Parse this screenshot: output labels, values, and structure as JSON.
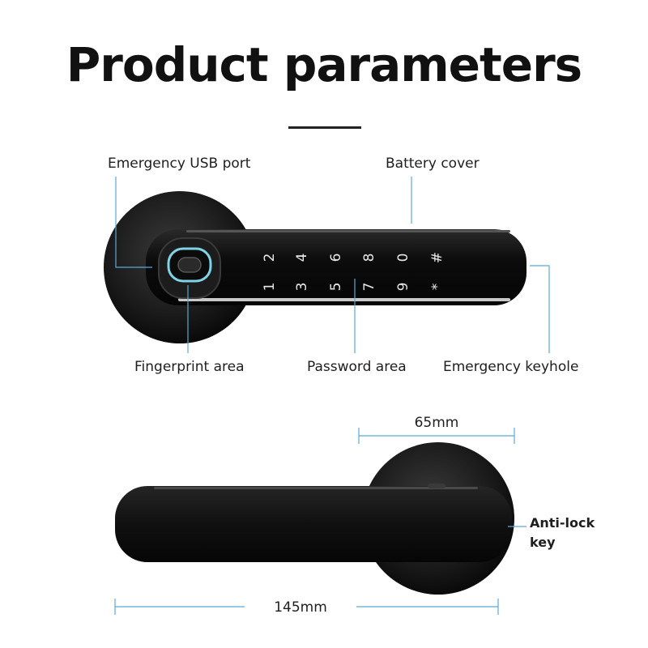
{
  "title": "Product parameters",
  "labels": {
    "emergency_usb_port": "Emergency USB port",
    "battery_cover": "Battery cover",
    "fingerprint_area": "Fingerprint area",
    "password_area": "Password area",
    "emergency_keyhole": "Emergency keyhole",
    "anti_lock_key_line1": "Anti-lock",
    "anti_lock_key_line2": "key"
  },
  "keypad": {
    "top_row": [
      "2",
      "4",
      "6",
      "8",
      "0",
      "#"
    ],
    "bottom_row": [
      "1",
      "3",
      "5",
      "7",
      "9",
      "*"
    ]
  },
  "dimensions": {
    "rose_diameter": "65mm",
    "handle_length": "145mm"
  },
  "colors": {
    "callout_line": "#5aa9d8",
    "lock_body": "#111111",
    "fingerprint_ring": "#7fd3e6"
  }
}
